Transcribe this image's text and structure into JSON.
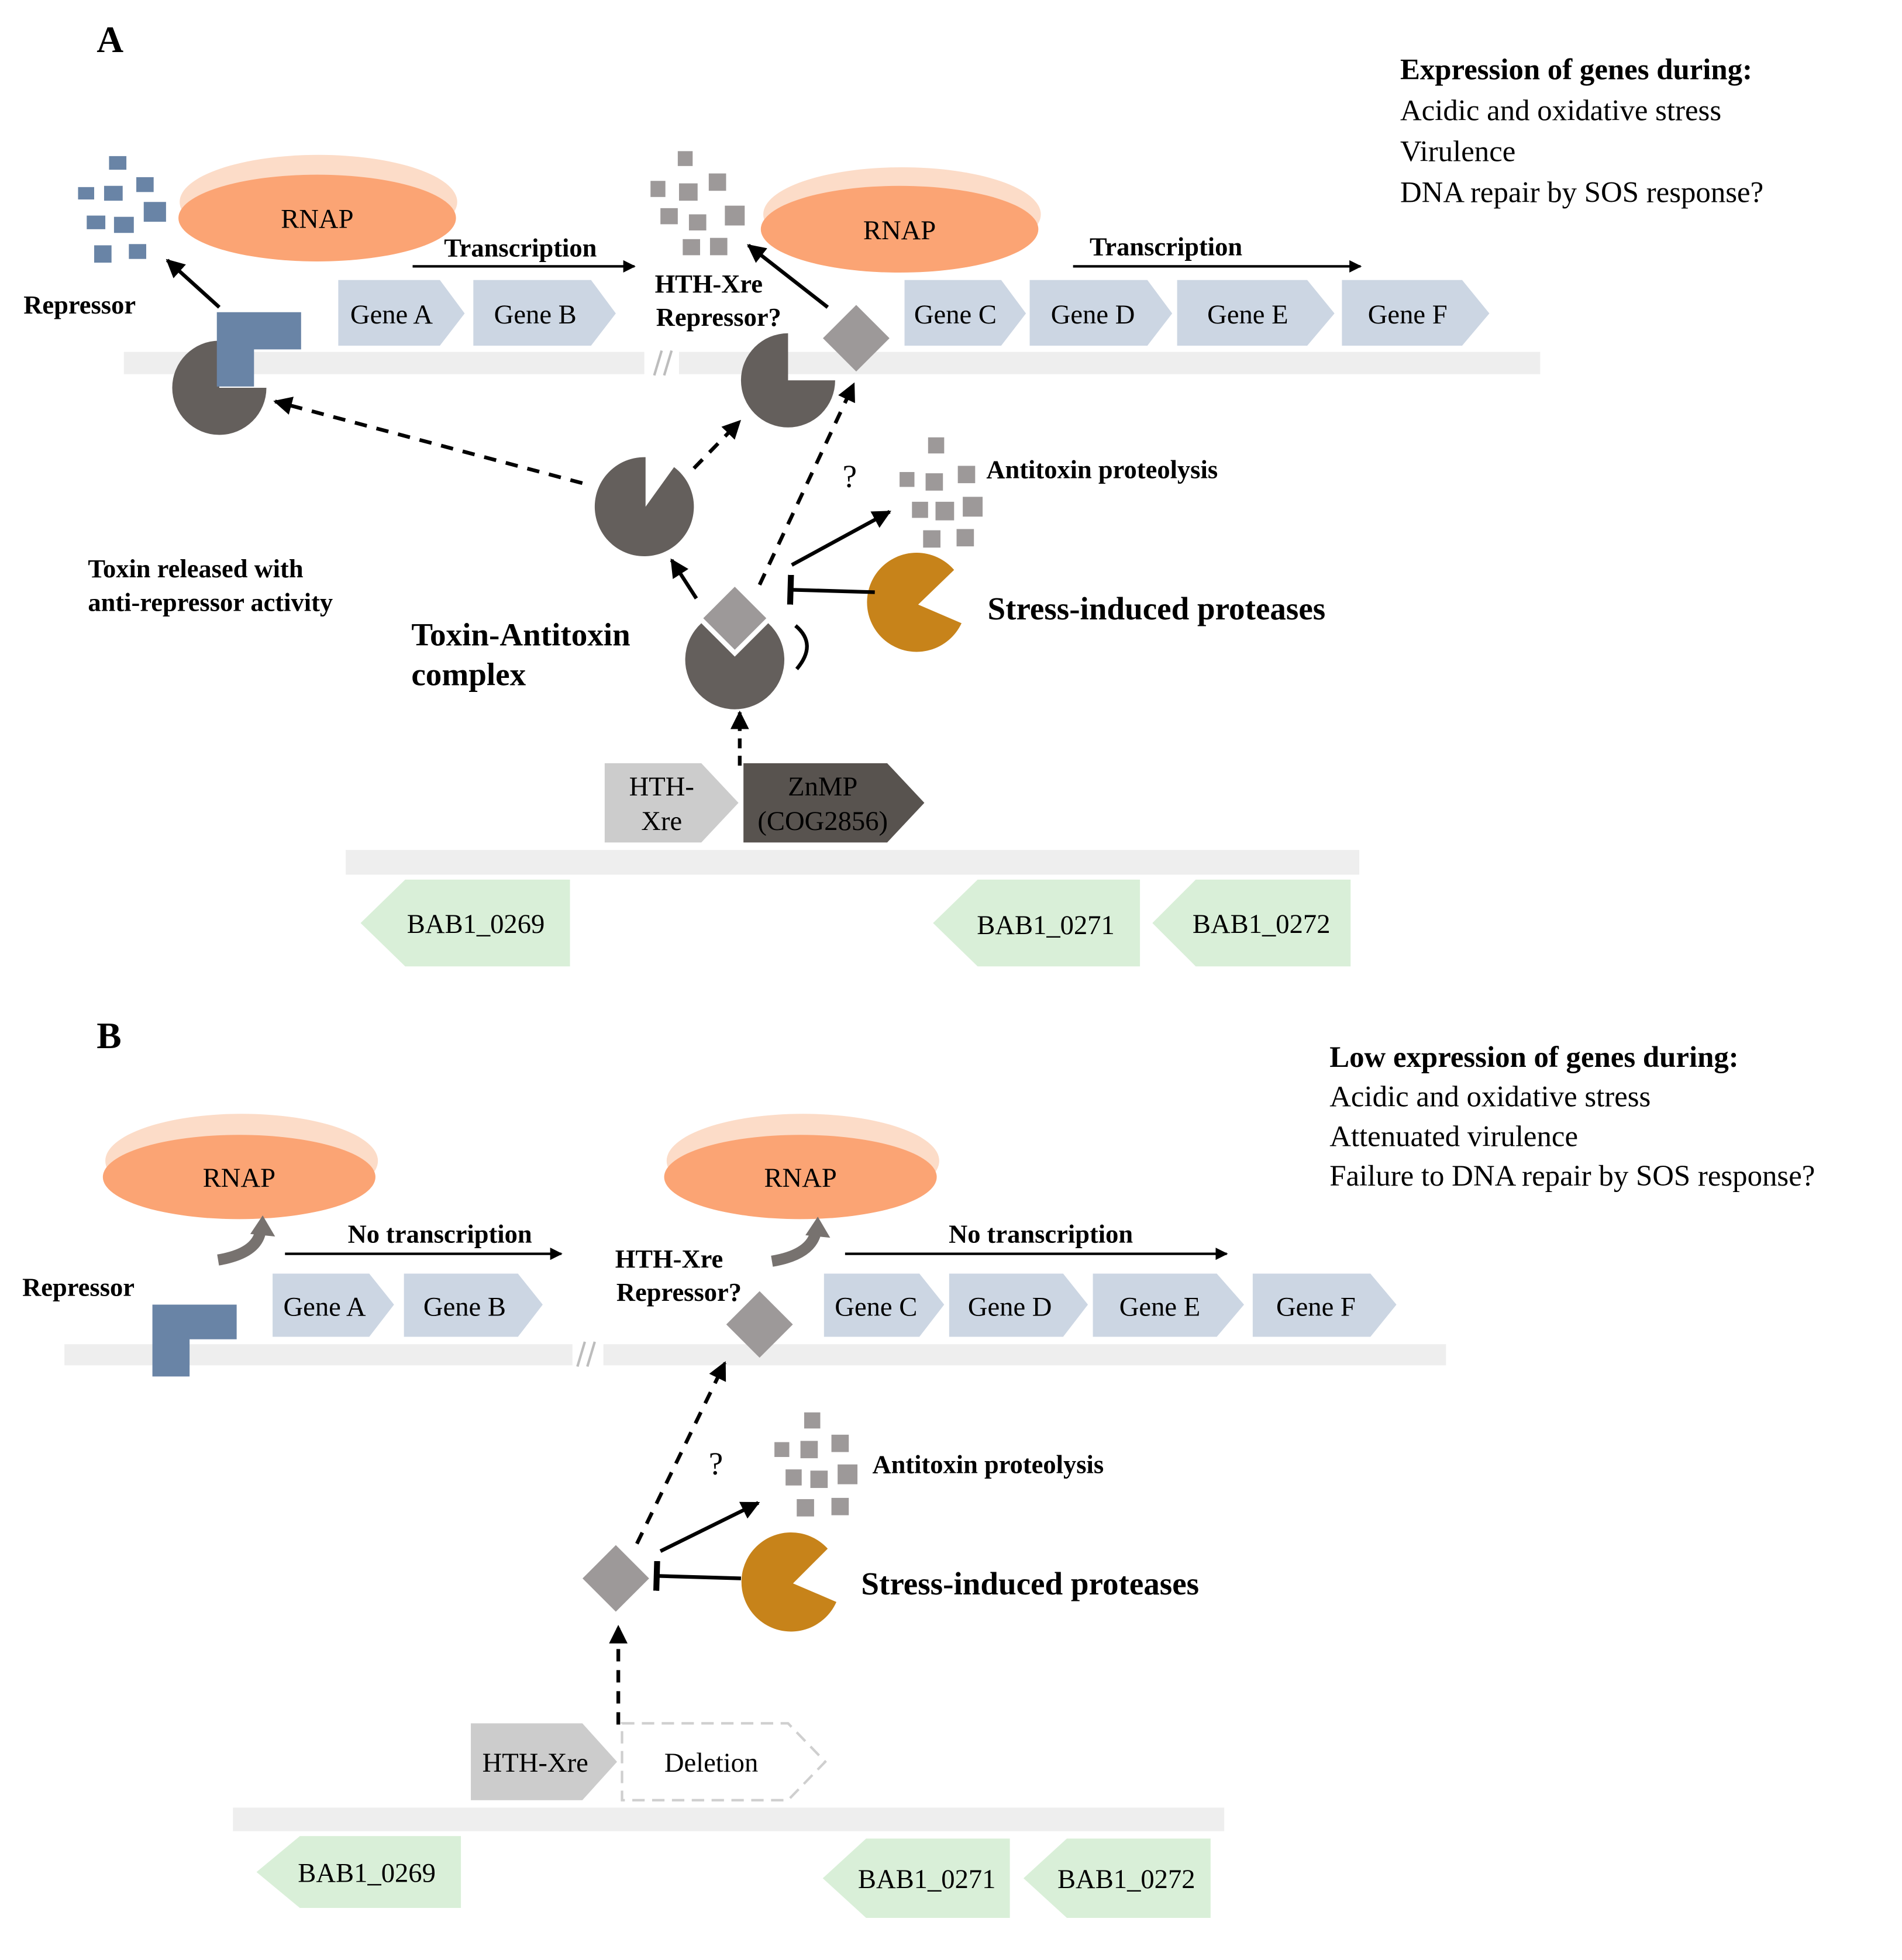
{
  "panel_a": {
    "letter": "A",
    "summary_title": "Expression of genes during:",
    "summary_lines": [
      "Acidic and oxidative stress",
      "Virulence",
      "DNA repair by SOS response?"
    ],
    "rnap_left": "RNAP",
    "rnap_right": "RNAP",
    "transcription_left": "Transcription",
    "transcription_right": "Transcription",
    "repressor_label": "Repressor",
    "hth_xre_repressor_line1": "HTH-Xre",
    "hth_xre_repressor_line2": "Repressor?",
    "genes_left": [
      "Gene A",
      "Gene B"
    ],
    "genes_right": [
      "Gene C",
      "Gene D",
      "Gene E",
      "Gene F"
    ],
    "question_mark": "?",
    "antitoxin_proteolysis": "Antitoxin proteolysis",
    "stress_proteases": "Stress-induced proteases",
    "toxin_released_line1": "Toxin released with",
    "toxin_released_line2": "anti-repressor activity",
    "ta_complex_line1": "Toxin-Antitoxin",
    "ta_complex_line2": "complex",
    "operon_gene1_line1": "HTH-",
    "operon_gene1_line2": "Xre",
    "operon_gene2_line1": "ZnMP",
    "operon_gene2_line2": "(COG2856)",
    "loci": [
      "BAB1_0269",
      "BAB1_0271",
      "BAB1_0272"
    ]
  },
  "panel_b": {
    "letter": "B",
    "summary_title": "Low expression of genes during:",
    "summary_lines": [
      "Acidic and oxidative stress",
      "Attenuated virulence",
      "Failure to DNA repair by SOS response?"
    ],
    "rnap_left": "RNAP",
    "rnap_right": "RNAP",
    "no_transcription_left": "No transcription",
    "no_transcription_right": "No transcription",
    "repressor_label": "Repressor",
    "hth_xre_repressor_line1": "HTH-Xre",
    "hth_xre_repressor_line2": "Repressor?",
    "genes_left": [
      "Gene A",
      "Gene B"
    ],
    "genes_right": [
      "Gene C",
      "Gene D",
      "Gene E",
      "Gene F"
    ],
    "question_mark": "?",
    "antitoxin_proteolysis": "Antitoxin proteolysis",
    "stress_proteases": "Stress-induced proteases",
    "operon_gene1": "HTH-Xre",
    "operon_deletion": "Deletion",
    "loci": [
      "BAB1_0269",
      "BAB1_0271",
      "BAB1_0272"
    ]
  },
  "colors": {
    "rnap": "#fba474",
    "rnap_shadow": "#fcdcc8",
    "repressor_blue": "#6984a6",
    "gene_arrow": "#ccd6e3",
    "dna_bar": "#eeeeee",
    "toxin": "#645f5c",
    "antitoxin": "#9d9999",
    "protease": "#c7831a",
    "locus_green": "#d9efd8",
    "hth_xre_gene": "#cccccc",
    "znmp_gene": "#58534f"
  }
}
